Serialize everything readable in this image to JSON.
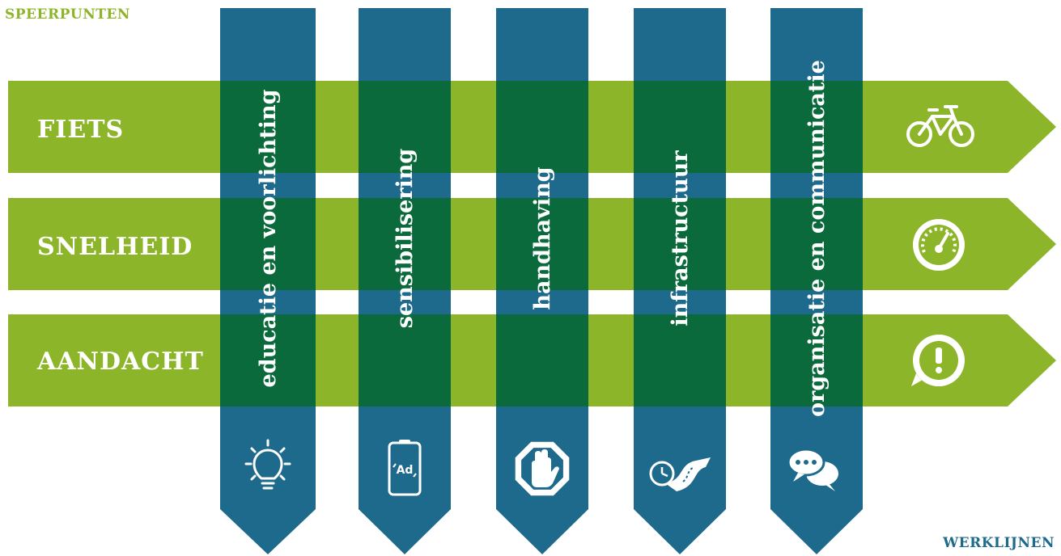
{
  "titles": {
    "speerpunten": "SPEERPUNTEN",
    "werklijnen": "WERKLIJNEN"
  },
  "colors": {
    "lime": "#8db52a",
    "blue": "#1e6a8c",
    "overlap": "#0b6a3c",
    "white": "#ffffff"
  },
  "rows": [
    {
      "label": "FIETS",
      "icon": "bicycle-icon"
    },
    {
      "label": "SNELHEID",
      "icon": "speedometer-icon"
    },
    {
      "label": "AANDACHT",
      "icon": "attention-icon"
    }
  ],
  "columns": [
    {
      "label": "educatie en voorlichting",
      "icon": "lightbulb-icon"
    },
    {
      "label": "sensibilisering",
      "icon": "advertisement-icon"
    },
    {
      "label": "handhaving",
      "icon": "stop-hand-icon"
    },
    {
      "label": "infrastructuur",
      "icon": "road-timer-icon"
    },
    {
      "label": "organisatie en communicatie",
      "icon": "chat-bubbles-icon"
    }
  ]
}
